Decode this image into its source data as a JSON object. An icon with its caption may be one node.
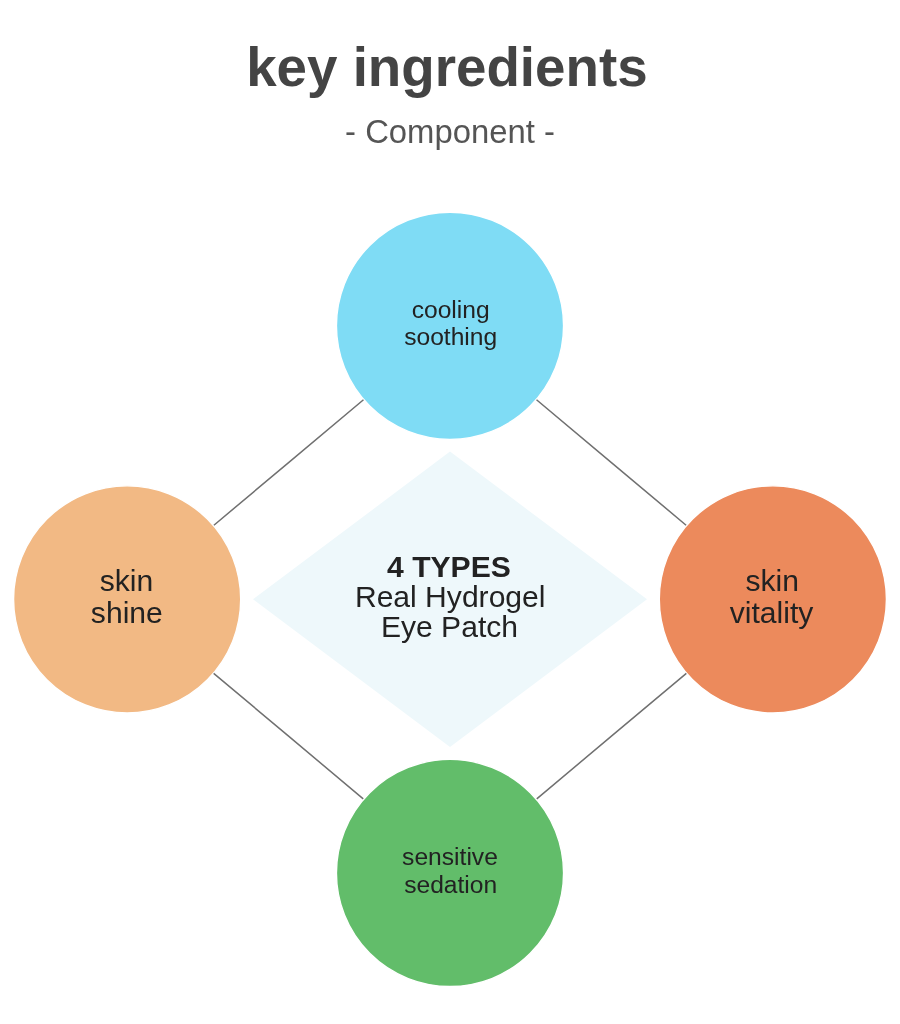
{
  "diagram": {
    "title": "key ingredients",
    "nodes": [
      {
        "text": [
          "cooling soothing"
        ]
      },
      {
        "text": [
          "skin shine"
        ]
      },
      {
        "text": [
          "4 TYPES",
          "Real Hydrogel Eye Patch"
        ]
      },
      {
        "text": [
          "skin vitality"
        ]
      },
      {
        "text": [
          "sensitive sedation"
        ]
      }
    ],
    "edges": [
      {
        "from": 0,
        "to": 1,
        "arrow": "none"
      },
      {
        "from": 0,
        "to": 3,
        "arrow": "none"
      },
      {
        "from": 1,
        "to": 4,
        "arrow": "none"
      },
      {
        "from": 3,
        "to": 4,
        "arrow": "none"
      }
    ],
    "labels": [
      "- Component -"
    ]
  }
}
